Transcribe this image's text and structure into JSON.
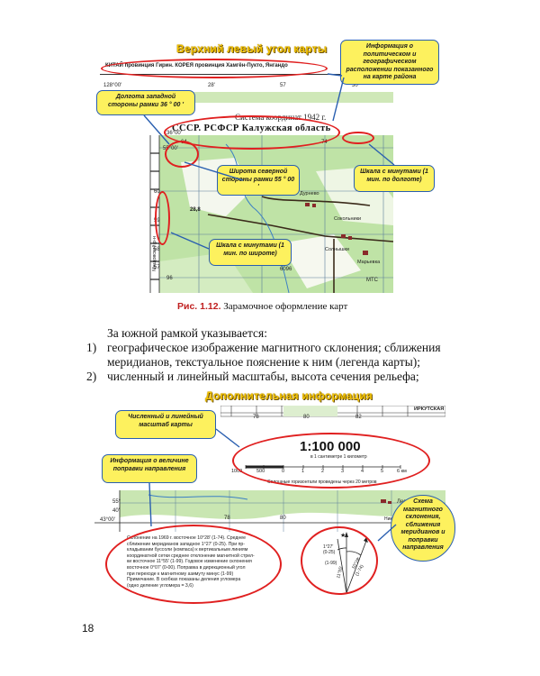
{
  "top_figure": {
    "heading": "Верхний левый угол карты",
    "map": {
      "header_strip": "КИТАЙ провинция Гирин. КОРЕЯ провинция Хамгён-Пукто, Янгандо",
      "coord_labels": [
        "128°00'",
        "28'",
        "57",
        "30'"
      ],
      "system": "Система координат 1942 г.",
      "region": "СССР. РСФСР Калужская область",
      "corner_lon": "36°00'",
      "corner_lat": "55°00'",
      "grid_top": [
        "64",
        "74"
      ],
      "side_nums": [
        "60",
        "59",
        "58",
        "57",
        "96"
      ],
      "place_names": [
        "Дурнево",
        "Сокольники",
        "Солнышки",
        "Марьевка"
      ],
      "elevations": [
        "28,8",
        "6096",
        "МТС"
      ],
      "vertical_label": "Мещовский р-н"
    },
    "callouts": {
      "political": "Информация о политическом и географическом расположении показанного на карте района",
      "west_lon": "Долгота западной стороны рамки 36 ° 00 '",
      "north_lat": "Широта северной стороны рамки 55 ° 00 '",
      "minute_lon": "Шкала с минутами (1 мин. по долготе)",
      "minute_lat": "Шкала с минутами (1 мин. по широте)"
    },
    "caption_label": "Рис. 1.12.",
    "caption_text": " Зарамочное оформление карт"
  },
  "body": {
    "intro": "За южной рамкой указывается:",
    "item1_num": "1)",
    "item1_line1": "географическое изображение магнитного склонения; сближения",
    "item1_line2": "меридианов, текстуальное пояснение к ним (легенда карты);",
    "item2_num": "2)",
    "item2_line1": "численный и линейный масштабы, высота сечения рельефа;"
  },
  "bottom_figure": {
    "heading": "Дополнительная информация",
    "map": {
      "region_label": "ИРКУТСКАЯ",
      "grid_top": [
        "78",
        "80",
        "82"
      ],
      "scale_number": "1:100 000",
      "scale_sub": "в 1 сантиметре 1 километр",
      "scale_ticks": [
        "1000",
        "500",
        "0",
        "1",
        "2",
        "3",
        "4",
        "5",
        "6 км"
      ],
      "contour_note": "Сплошные горизонтали проведены через 20 метров",
      "grid_mid": [
        "78",
        "80"
      ],
      "coord_side": [
        "55°",
        "40'",
        "43°00'"
      ],
      "places": [
        "Лесунова",
        "Николаевка"
      ],
      "declination_lines": [
        "Склонение на 1969 г. восточное 10°28' (1-74). Среднее",
        "сближение меридианов западное 1°27' (0-25). При пр-",
        "кладывании буссоли (компаса) к вертикальным линиям",
        "координатной сетки среднее отклонение магнитной стрел-",
        "ки восточное 11°55' (1-99). Годовое изменение склонения",
        "восточное 0°07' (0-00). Поправка в дирекционный угол",
        "при переходе к магнитному азимуту минус (1-99)",
        "Примечание. В скобках показаны деления угломера",
        "(одно деление угломера = 3,6)"
      ],
      "diagram_labels": [
        "1°27'",
        "(0-25)",
        "(1-99)",
        "10°28'",
        "(1-74)",
        "11°55'"
      ]
    },
    "callouts": {
      "scales": "Численный и линейный масштаб карты",
      "correction": "Информация о величине поправки направления",
      "scheme": "Схема магнитного склонения, сближения меридианов и поправки направления"
    }
  },
  "page_number": "18"
}
